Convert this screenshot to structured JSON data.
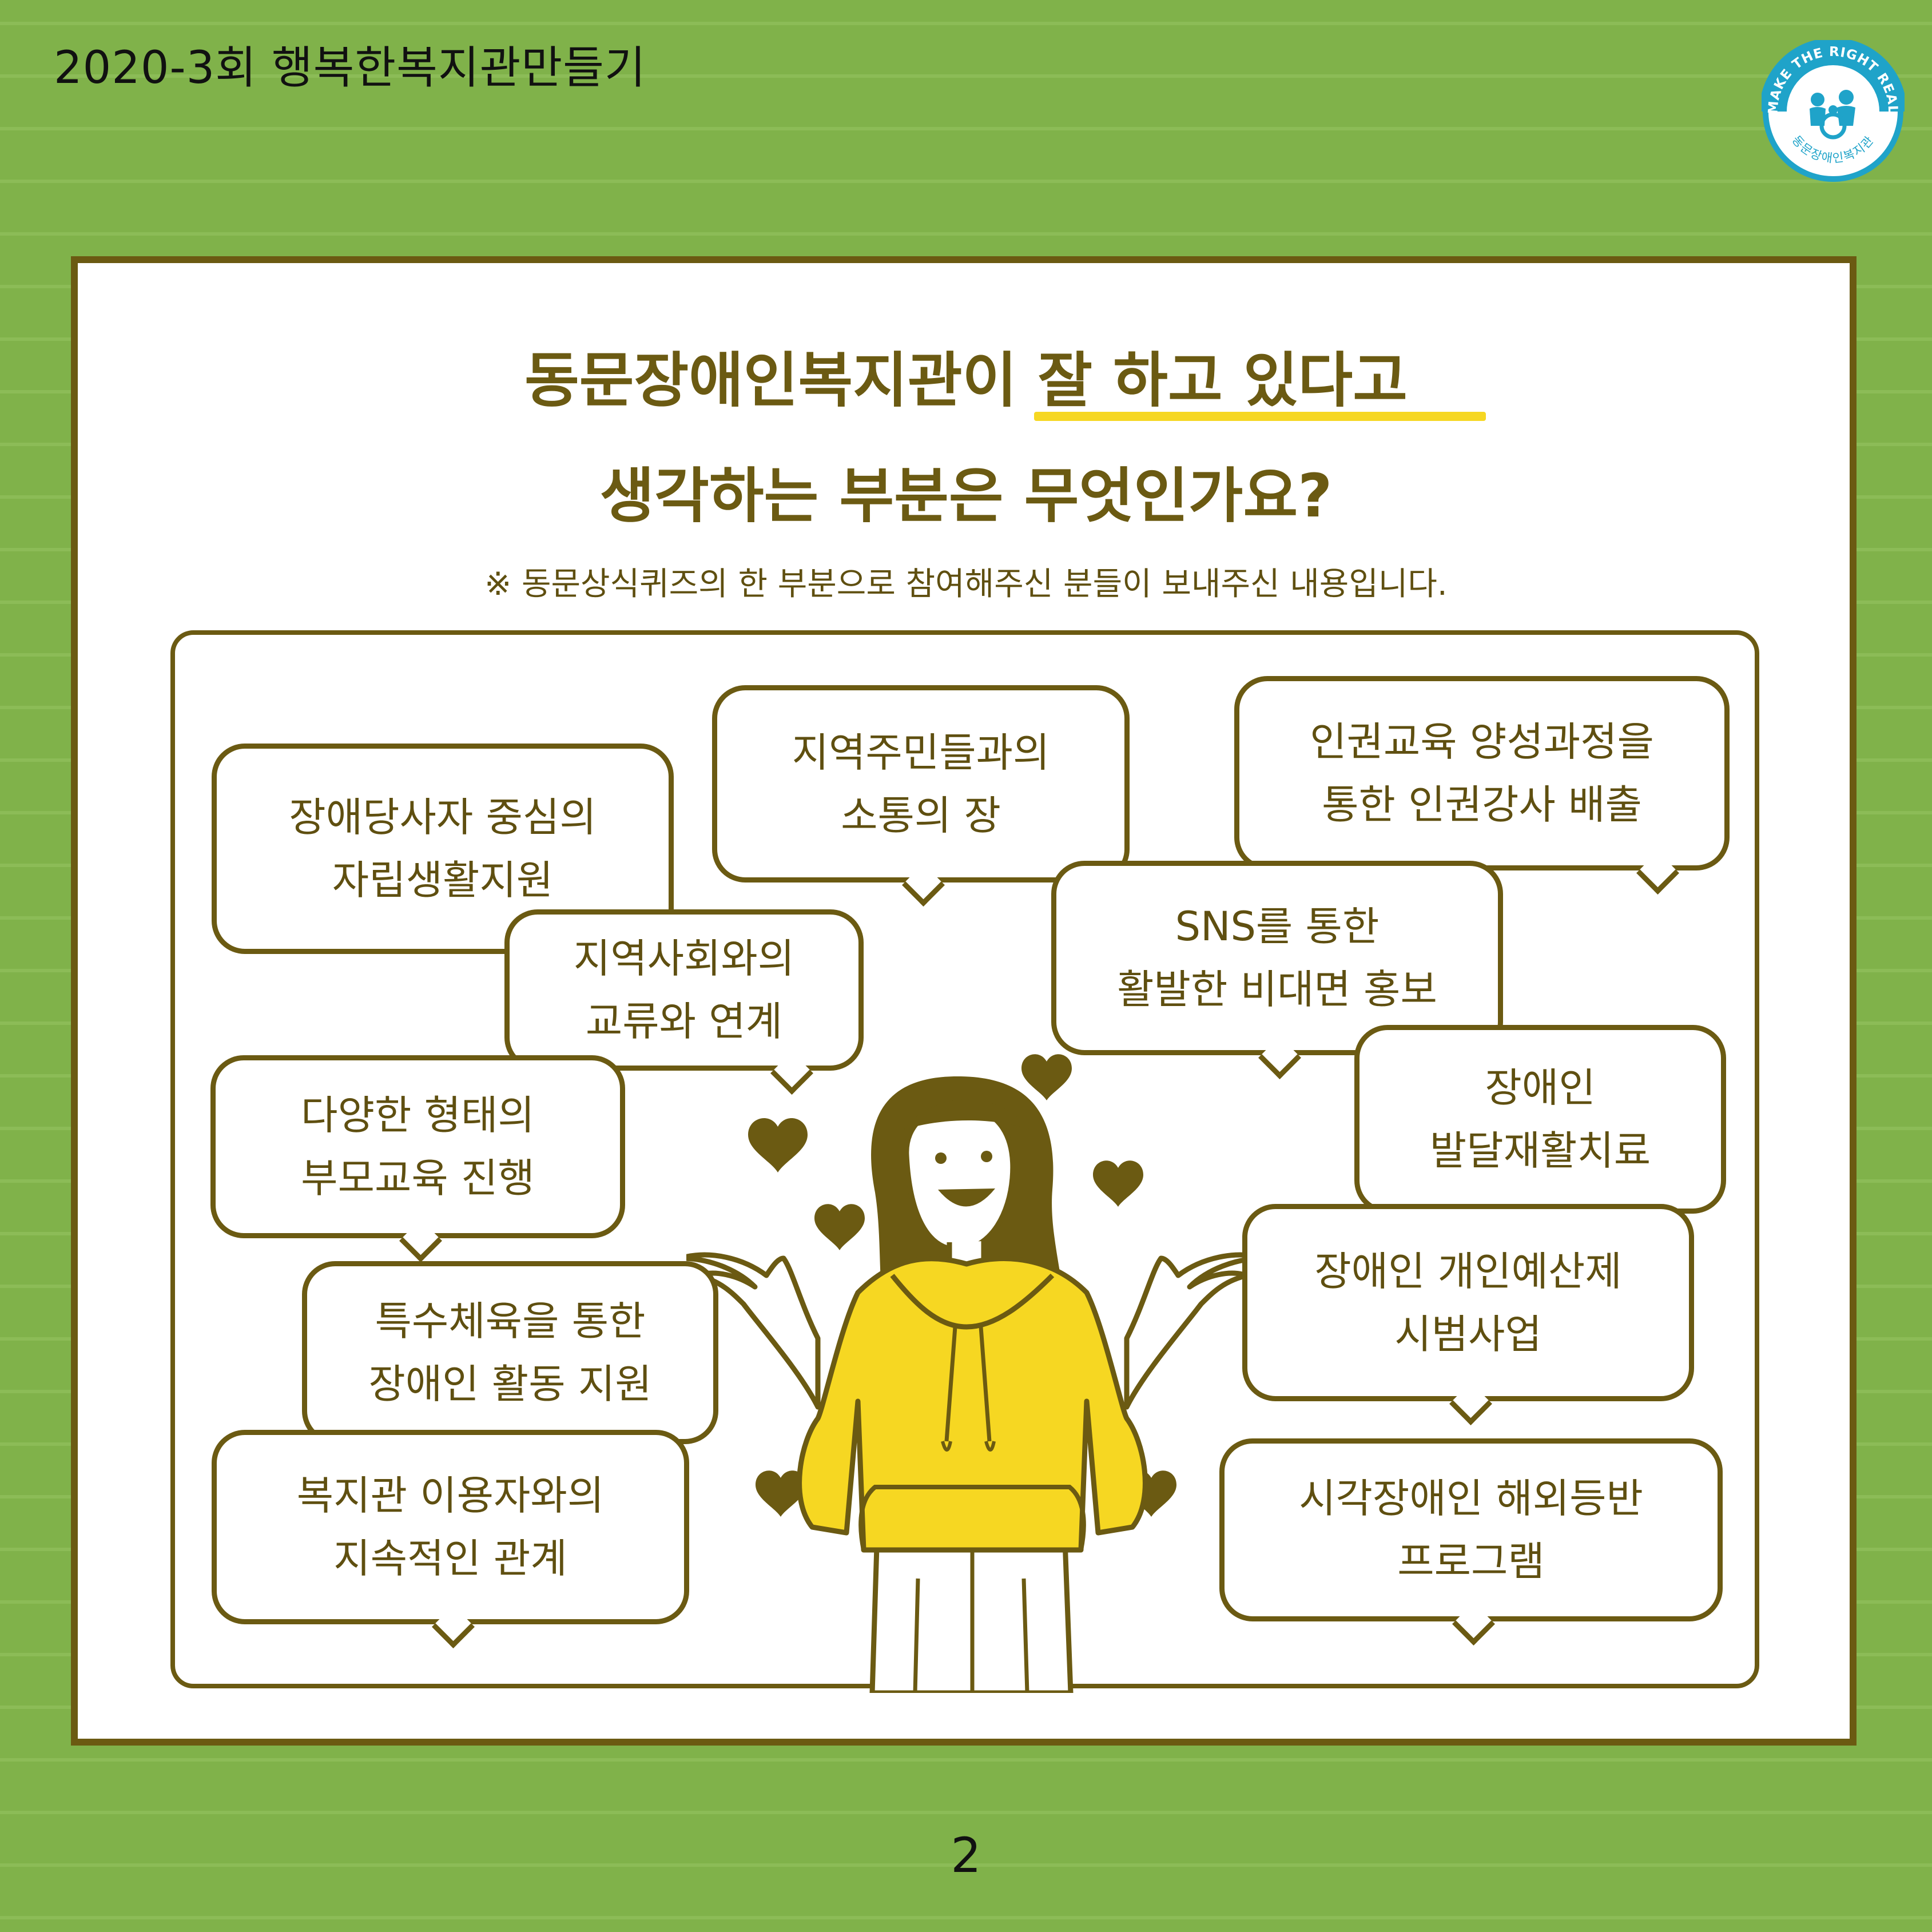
{
  "header": {
    "series_title": "2020-3회 행복한복지관만들기",
    "logo": {
      "top_text": "MAKE THE RIGHT REAL",
      "bottom_text": "동문장애인복지관",
      "icon": "people-emblem-icon",
      "color": "#1fa3c9"
    }
  },
  "card": {
    "headline_part1": "동문장애인복지관이 ",
    "headline_highlight": "잘 하고 있다고",
    "headline_line2": "생각하는 부분은 무엇인가요?",
    "note": "※ 동문상식퀴즈의 한 부분으로 참여해주신 분들이 보내주신 내용입니다."
  },
  "bubbles": [
    {
      "line1": "장애당사자 중심의",
      "line2": "자립생활지원"
    },
    {
      "line1": "지역주민들과의",
      "line2": "소통의 장"
    },
    {
      "line1": "인권교육 양성과정을",
      "line2": "통한 인권강사 배출"
    },
    {
      "line1": "지역사회와의",
      "line2": "교류와 연계"
    },
    {
      "line1": "SNS를 통한",
      "line2": "활발한 비대면 홍보"
    },
    {
      "line1": "다양한 형태의",
      "line2": "부모교육 진행"
    },
    {
      "line1": "장애인",
      "line2": "발달재활치료"
    },
    {
      "line1": "특수체육을 통한",
      "line2": "장애인 활동 지원"
    },
    {
      "line1": "장애인 개인예산제",
      "line2": "시범사업"
    },
    {
      "line1": "복지관 이용자와의",
      "line2": "지속적인 관계"
    },
    {
      "line1": "시각장애인 해외등반",
      "line2": "프로그램"
    }
  ],
  "illustration": {
    "icon": "woman-shrugging-with-hearts-icon",
    "hoodie_color": "#f6d722",
    "outline_color": "#6b5a12"
  },
  "footer": {
    "page_number": "2"
  },
  "colors": {
    "background": "#80b24a",
    "accent": "#6b5a12",
    "highlight": "#f6d722"
  }
}
